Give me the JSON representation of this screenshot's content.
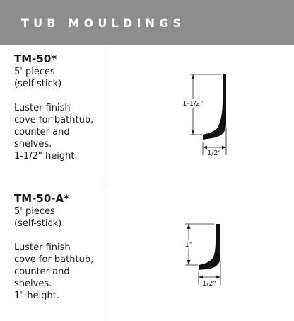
{
  "header": {
    "title": "TUB MOULDINGS"
  },
  "products": [
    {
      "code": "TM-50*",
      "pieces": "5' pieces",
      "note": "(self-stick)",
      "desc": [
        "Luster finish",
        "cove for bathtub,",
        "counter and",
        "shelves.",
        "1-1/2\" height."
      ],
      "dim_height": "1-1/2\"",
      "dim_width": "1/2\""
    },
    {
      "code": "TM-50-A*",
      "pieces": "5' pieces",
      "note": "(self-stick)",
      "desc": [
        "Luster finish",
        "cove for bathtub,",
        "counter and",
        "shelves.",
        "1\" height."
      ],
      "dim_height": "1\"",
      "dim_width": "1/2\""
    }
  ]
}
